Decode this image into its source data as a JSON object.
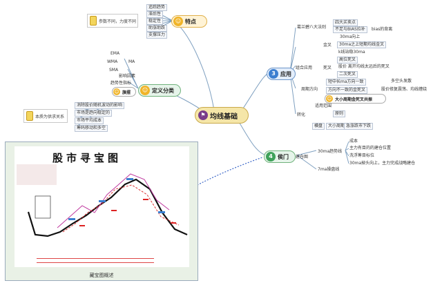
{
  "center": {
    "label": "均线基础",
    "color": "#f5e6a8"
  },
  "branches": {
    "features": {
      "label": "特点",
      "items": [
        "追踪趋势",
        "滞后性",
        "稳定性",
        "助涨助跌",
        "支撑压力"
      ],
      "note": "参数不同，力度不同"
    },
    "classify": {
      "label": "定义分类",
      "ma_types": [
        "EMA",
        "WMA",
        "SMA"
      ],
      "ma_label": "MA",
      "influence": "影响因素",
      "trend_indicator": "趋势性指标",
      "flag": "旗摆",
      "items": [
        "消除股价随机波动的影响",
        "市场是趋向稳定的",
        "市场平均成本",
        "筹码移动和多空"
      ],
      "note": "本质为供求关系"
    },
    "apply": {
      "label": "应用",
      "granville": "葛兰碧八大法则",
      "granville_items": [
        "四大买卖点",
        "不足与BIAS拉补",
        "bias的背离"
      ],
      "ma30": "30ma向上",
      "combo": "组合应用",
      "gold": "金叉",
      "gold_items": [
        "30ma之上短期均线金叉",
        "k线站稳30ma"
      ],
      "dead": "死叉",
      "dead_items": [
        "高位死叉",
        "股价 离开均线太远后的死叉",
        "二次死叉"
      ],
      "period": "周期方向",
      "period_items": [
        "短中长ma方向一致",
        "方向不一致的金死叉"
      ],
      "period_sub": [
        "多空头发散",
        "股价修复震荡、均线缠绕"
      ],
      "period_big": "大小周期金死叉共振",
      "convert": "转化",
      "scope": "适用范围",
      "scope_root": "原则",
      "scope_items": [
        "横盘",
        "大小周期",
        "急涨跌市下跌"
      ]
    },
    "doors": {
      "label": "侯门",
      "main": "建仓图",
      "ma30_line": "30ma趋势线",
      "ma30_items": [
        "成本",
        "主力有目的的建仓位置",
        "洗浮筹目标位"
      ],
      "ma30_last": "30ma掉头向上，主力完成战略建仓",
      "ma7": "7ma操盘线"
    }
  },
  "image_panel": {
    "title": "股市寻宝图",
    "caption": "藏宝图概述"
  }
}
